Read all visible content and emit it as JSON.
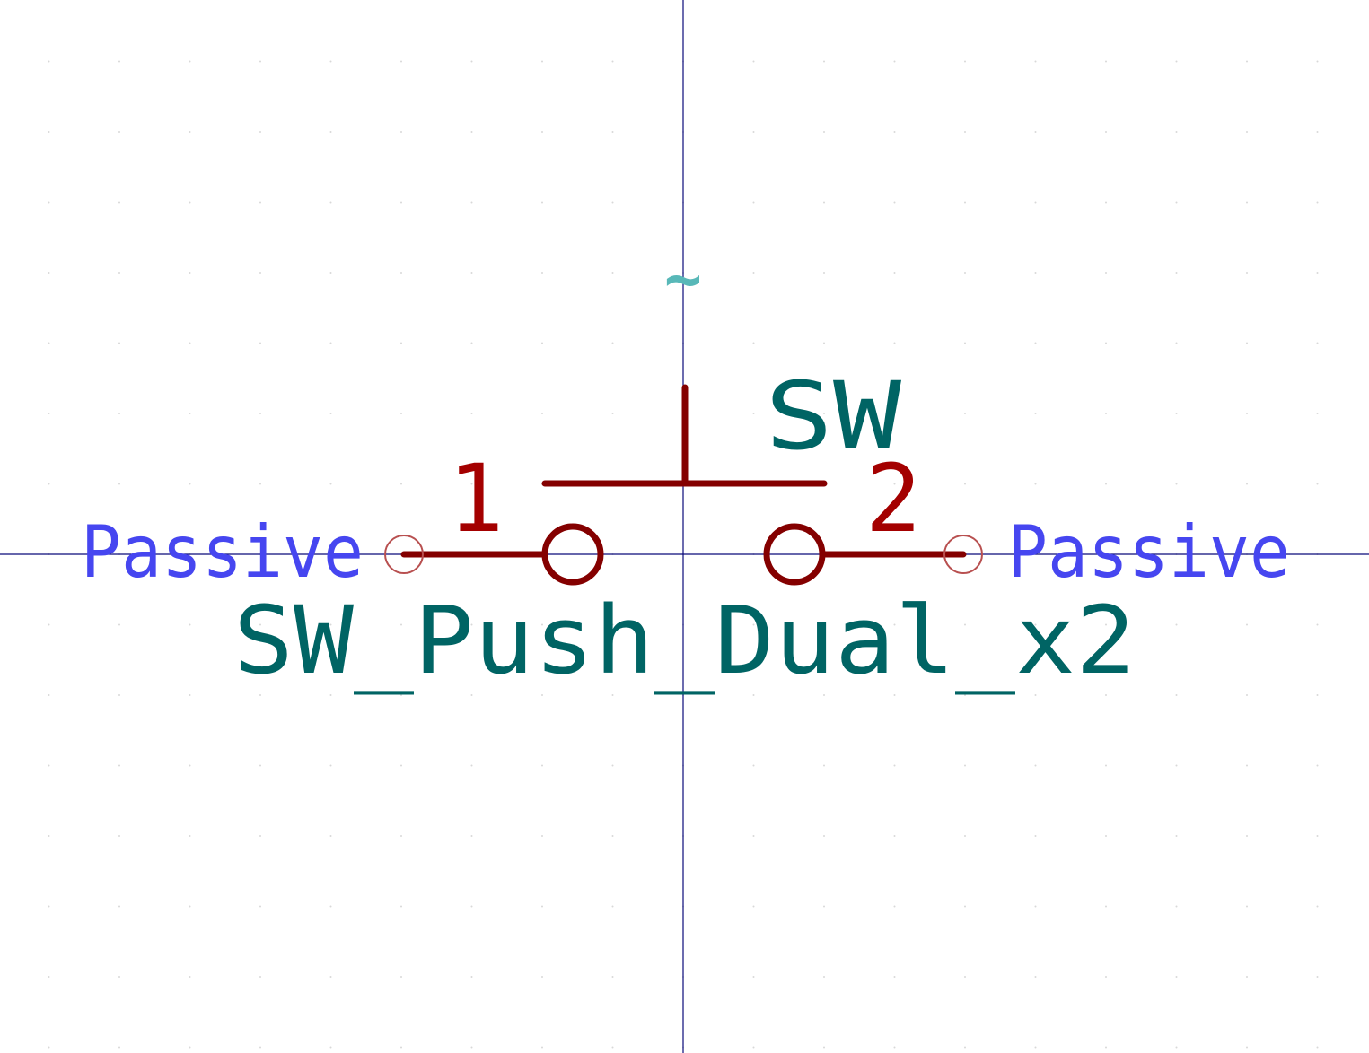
{
  "symbol": {
    "reference": "SW",
    "value": "SW_Push_Dual_x2",
    "unit_marker": "~"
  },
  "pins": [
    {
      "number": "1",
      "type": "Passive"
    },
    {
      "number": "2",
      "type": "Passive"
    }
  ],
  "colors": {
    "background": "#ffffff",
    "axis": "#0a0a7a",
    "grid_dot": "#d8d8d8",
    "body": "#840000",
    "pin_number": "#a40000",
    "pin_type": "#4646f0",
    "field_text": "#006464",
    "unit_marker": "#58b8b8",
    "pin_anchor": "#b85050"
  }
}
